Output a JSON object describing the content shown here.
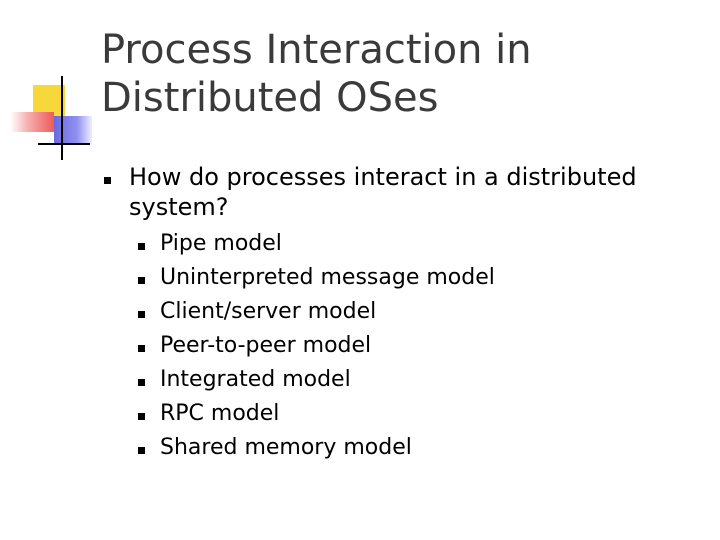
{
  "slide": {
    "title_line1": "Process Interaction in",
    "title_line2": "Distributed OSes",
    "question": "How do processes interact in a distributed system?",
    "models": [
      "Pipe model",
      "Uninterpreted message model",
      "Client/server model",
      "Peer-to-peer model",
      "Integrated model",
      "RPC model",
      "Shared memory model"
    ]
  },
  "colors": {
    "title": "#3a3a3a",
    "text": "#000000",
    "deco_yellow": "#f7d83a",
    "deco_red": "#ee5a5a",
    "deco_blue": "#6a6ae0"
  }
}
